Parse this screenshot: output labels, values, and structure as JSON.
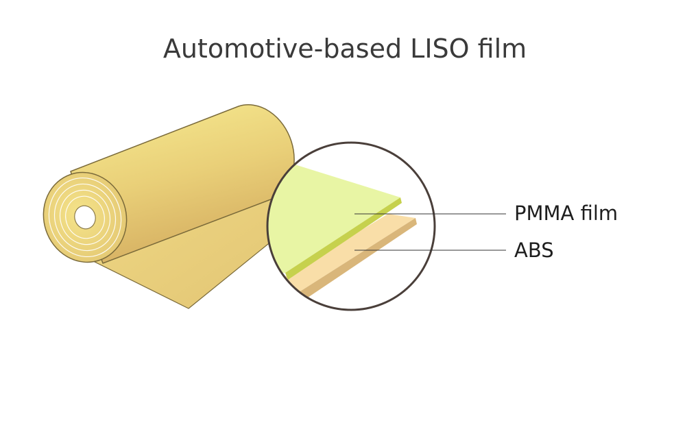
{
  "title": "Automotive-based LISO film",
  "labels": {
    "pmma": "PMMA film",
    "abs": "ABS"
  },
  "colors": {
    "roll_fill_light": "#f5e887",
    "roll_fill_dark": "#dcb565",
    "roll_outline": "#7a6a3a",
    "sheet_fill": "#e9cd79",
    "pmma_top": "#e8f5a4",
    "pmma_edge": "#c6d14d",
    "abs_top": "#f9dea8",
    "abs_edge": "#d9b67a",
    "circle_stroke": "#4a3f3a",
    "leader_line": "#333333"
  }
}
